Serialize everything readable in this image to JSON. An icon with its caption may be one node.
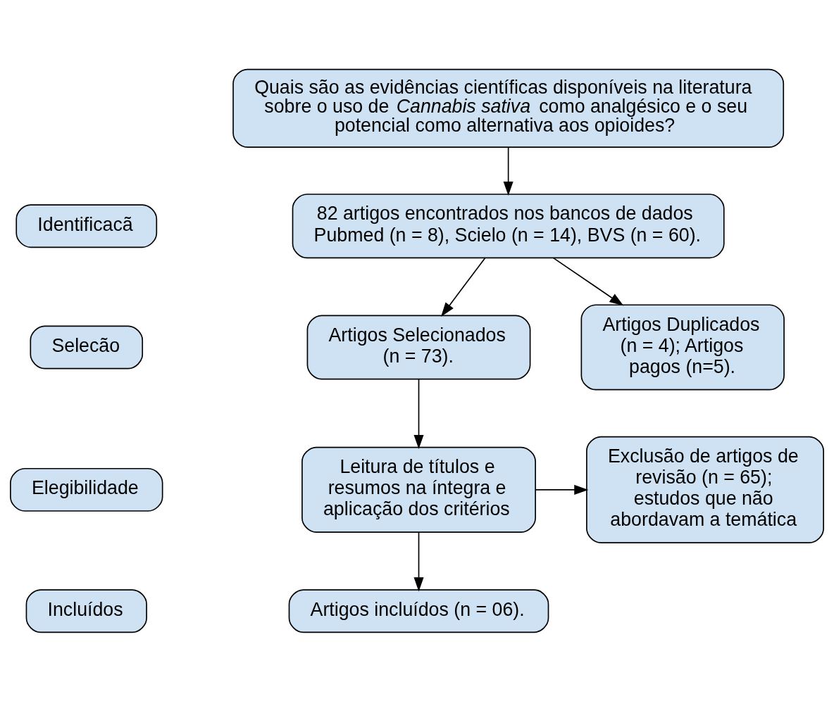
{
  "diagram": {
    "nodes": [
      {
        "text": [
          "Identificacã"
        ]
      },
      {
        "text": [
          "Selecão"
        ]
      },
      {
        "text": [
          "Elegibilidade"
        ]
      },
      {
        "text": [
          "Incluídos"
        ]
      },
      {
        "text": [
          "Quais são as evidências científicas disponíveis na literatura sobre o uso de *Cannabis sativa* como analgésico e o seu potencial como alternativa aos opioides?"
        ]
      },
      {
        "text": [
          "82 artigos encontrados nos bancos de dados Pubmed (n = 8), Scielo (n = 14), BVS (n = 60)."
        ]
      },
      {
        "text": [
          "Artigos Selecionados (n = 73)."
        ]
      },
      {
        "text": [
          "Artigos Duplicados (n = 4); Artigos pagos (n=5)."
        ]
      },
      {
        "text": [
          "Leitura de títulos e resumos na íntegra e aplicação dos critérios"
        ]
      },
      {
        "text": [
          "Exclusão de artigos de revisão (n = 65); estudos que não abordavam a temática"
        ]
      },
      {
        "text": [
          "Artigos incluídos (n = 06)."
        ]
      }
    ],
    "edges": [
      {
        "from": 4,
        "to": 5,
        "arrow": "to"
      },
      {
        "from": 5,
        "to": 6,
        "arrow": "to"
      },
      {
        "from": 5,
        "to": 7,
        "arrow": "to"
      },
      {
        "from": 6,
        "to": 8,
        "arrow": "to"
      },
      {
        "from": 8,
        "to": 9,
        "arrow": "to"
      },
      {
        "from": 8,
        "to": 10,
        "arrow": "to"
      }
    ]
  }
}
